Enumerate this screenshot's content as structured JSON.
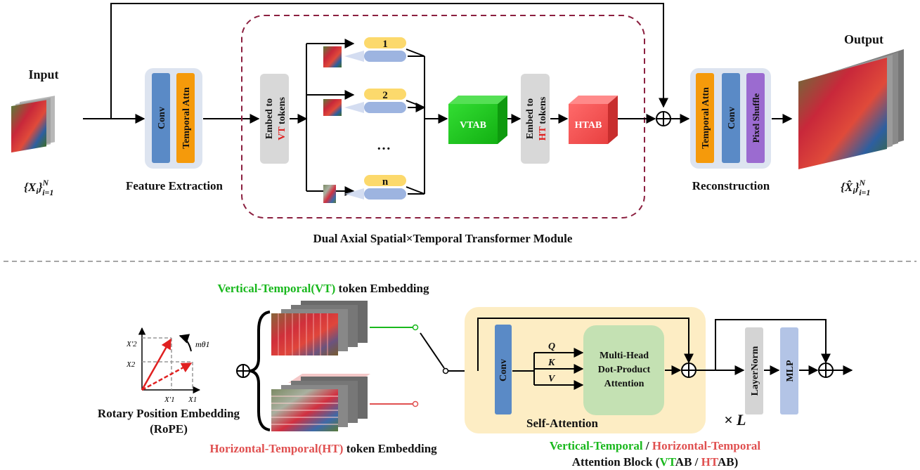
{
  "top": {
    "input_label": "Input",
    "input_math": "{Xi}N i=1",
    "output_label": "Output",
    "output_math": "{X̂i}N i=1",
    "feature_extraction": {
      "title": "Feature Extraction",
      "conv": "Conv",
      "temporal_attn": "Temporal Attn"
    },
    "module_title": "Dual Axial Spatial×Temporal Transformer Module",
    "embed_vt": {
      "line1": "Embed to",
      "accent": "VT",
      "line2": " tokens"
    },
    "embed_ht": {
      "line1": "Embed to",
      "accent": "HT",
      "line2": " tokens"
    },
    "token_labels": [
      "1",
      "2",
      "…",
      "n"
    ],
    "vtab": "VTAB",
    "htab": "HTAB",
    "reconstruction": {
      "title": "Reconstruction",
      "temporal_attn": "Temporal Attn",
      "conv": "Conv",
      "pixel_shuffle": "Pixel Shuffle"
    }
  },
  "bottom": {
    "vt_embedding": {
      "accent": "Vertical-Temporal(VT)",
      "rest": " token Embedding"
    },
    "ht_embedding": {
      "accent": "Horizontal-Temporal(HT)",
      "rest": " token Embedding"
    },
    "rope": {
      "title": "Rotary Position Embedding",
      "abbr": "(RoPE)",
      "axis_x2p": "X'2",
      "axis_x2": "X2",
      "axis_x1p": "X'1",
      "axis_x1": "X1",
      "angle": "mθ1"
    },
    "self_attention": {
      "title": "Self-Attention",
      "conv": "Conv",
      "q": "Q",
      "k": "K",
      "v": "V",
      "mhdpa": [
        "Multi-Head",
        "Dot-Product",
        "Attention"
      ]
    },
    "layernorm": "LayerNorm",
    "mlp": "MLP",
    "times_l": "× L",
    "block_caption": {
      "vt": "Vertical-Temporal",
      "sep": " / ",
      "ht": "Horizontal-Temporal",
      "line2_pre": "Attention Block (",
      "vt_abbr": "VT",
      "ab1": "AB / ",
      "ht_abbr": "HT",
      "ab2": "AB)"
    }
  },
  "colors": {
    "conv_blue": "#5a8ac6",
    "temporal_orange": "#f59a0b",
    "pixel_purple": "#9b6bd0",
    "vtab_green": "#18c51a",
    "htab_red": "#f35252",
    "module_border": "#8b1f3f",
    "vt_text": "#19b81d",
    "ht_text": "#e05050",
    "attn_bg": "#fdedc4",
    "mhdpa_green": "#c4e1b3",
    "token_yellow": "#fcd96c",
    "token_blue": "#9db4e0"
  }
}
